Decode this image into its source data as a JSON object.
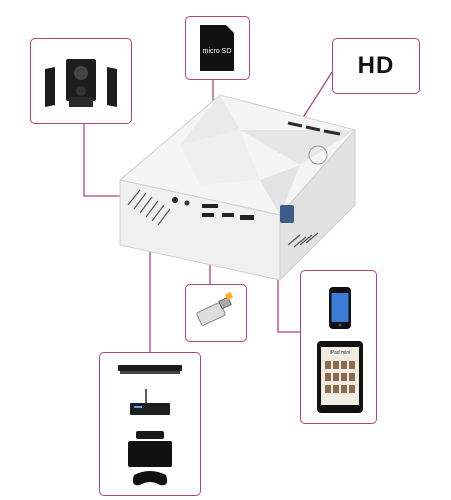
{
  "hd_label": "HD",
  "microsd_label": "micro SD",
  "ipad_label": "iPad mini",
  "colors": {
    "connector_line": "#b0457f",
    "box_border": "#b0457f",
    "projector_body": "#f2f2f2",
    "dark_device": "#1a1a1a"
  },
  "icons": [
    "speakers-icon",
    "microsd-card-icon",
    "usb-drive-icon",
    "smartphone-icon",
    "tablet-icon",
    "dvd-player-icon",
    "set-top-box-icon",
    "game-console-icon"
  ]
}
